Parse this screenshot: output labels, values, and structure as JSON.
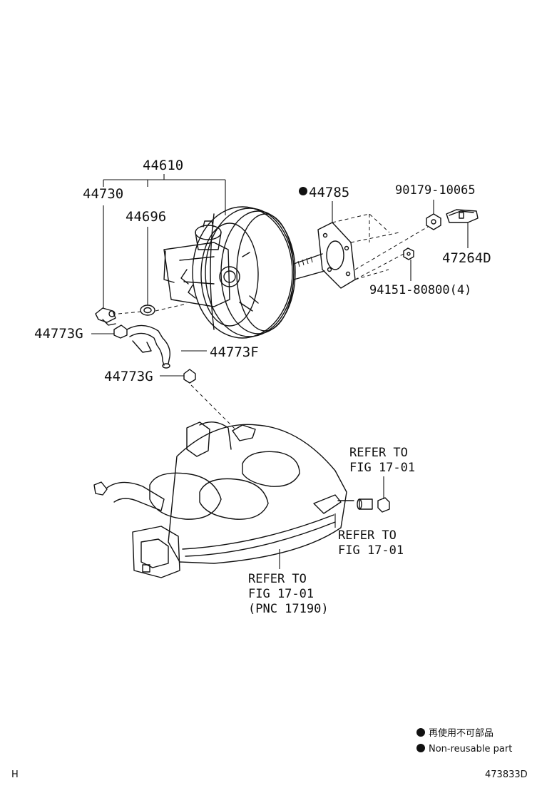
{
  "callouts": {
    "booster_assy": "44610",
    "check_valve": "44730",
    "grommet": "44696",
    "gasket": "44785",
    "clevis_nut": "90179-10065",
    "bracket": "47264D",
    "nut": "94151-80800(4)",
    "clip_upper": "44773G",
    "hose": "44773F",
    "clip_lower": "44773G",
    "refer_a_line1": "REFER TO",
    "refer_a_line2": "FIG 17-01",
    "refer_b_line1": "REFER TO",
    "refer_b_line2": "FIG 17-01",
    "refer_c_line1": "REFER TO",
    "refer_c_line2": "FIG 17-01",
    "refer_c_line3": "(PNC 17190)"
  },
  "legend": {
    "japanese": "再使用不可部品",
    "english": "Non-reusable part"
  },
  "footer": {
    "left_mark": "H",
    "figure_id": "473833D"
  },
  "icons": {
    "non_reusable": "filled-circle-icon"
  }
}
